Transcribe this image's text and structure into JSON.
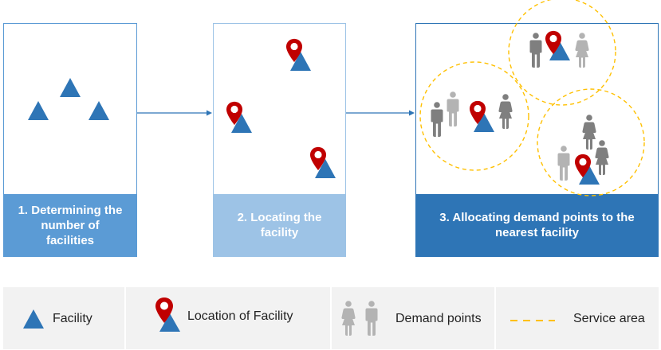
{
  "steps": [
    {
      "lines": [
        "1. Determining the",
        "number of",
        "facilities"
      ]
    },
    {
      "lines": [
        "2. Locating the",
        "facility"
      ]
    },
    {
      "lines": [
        "3. Allocating demand points to the",
        "nearest facility"
      ]
    }
  ],
  "legend": {
    "facility": "Facility",
    "location": "Location of Facility",
    "demand": "Demand points",
    "service": "Service area"
  },
  "colors": {
    "facility": "#2e75b6",
    "pin": "#c00000",
    "person_dark": "#7f7f7f",
    "person_light": "#b3b3b3",
    "service_area": "#ffc000",
    "panel1": "#5b9bd5",
    "panel2": "#9dc3e6",
    "panel3": "#2e75b6"
  },
  "icons": [
    "triangle-icon",
    "location-pin-icon",
    "person-icon",
    "dashed-line-icon"
  ]
}
